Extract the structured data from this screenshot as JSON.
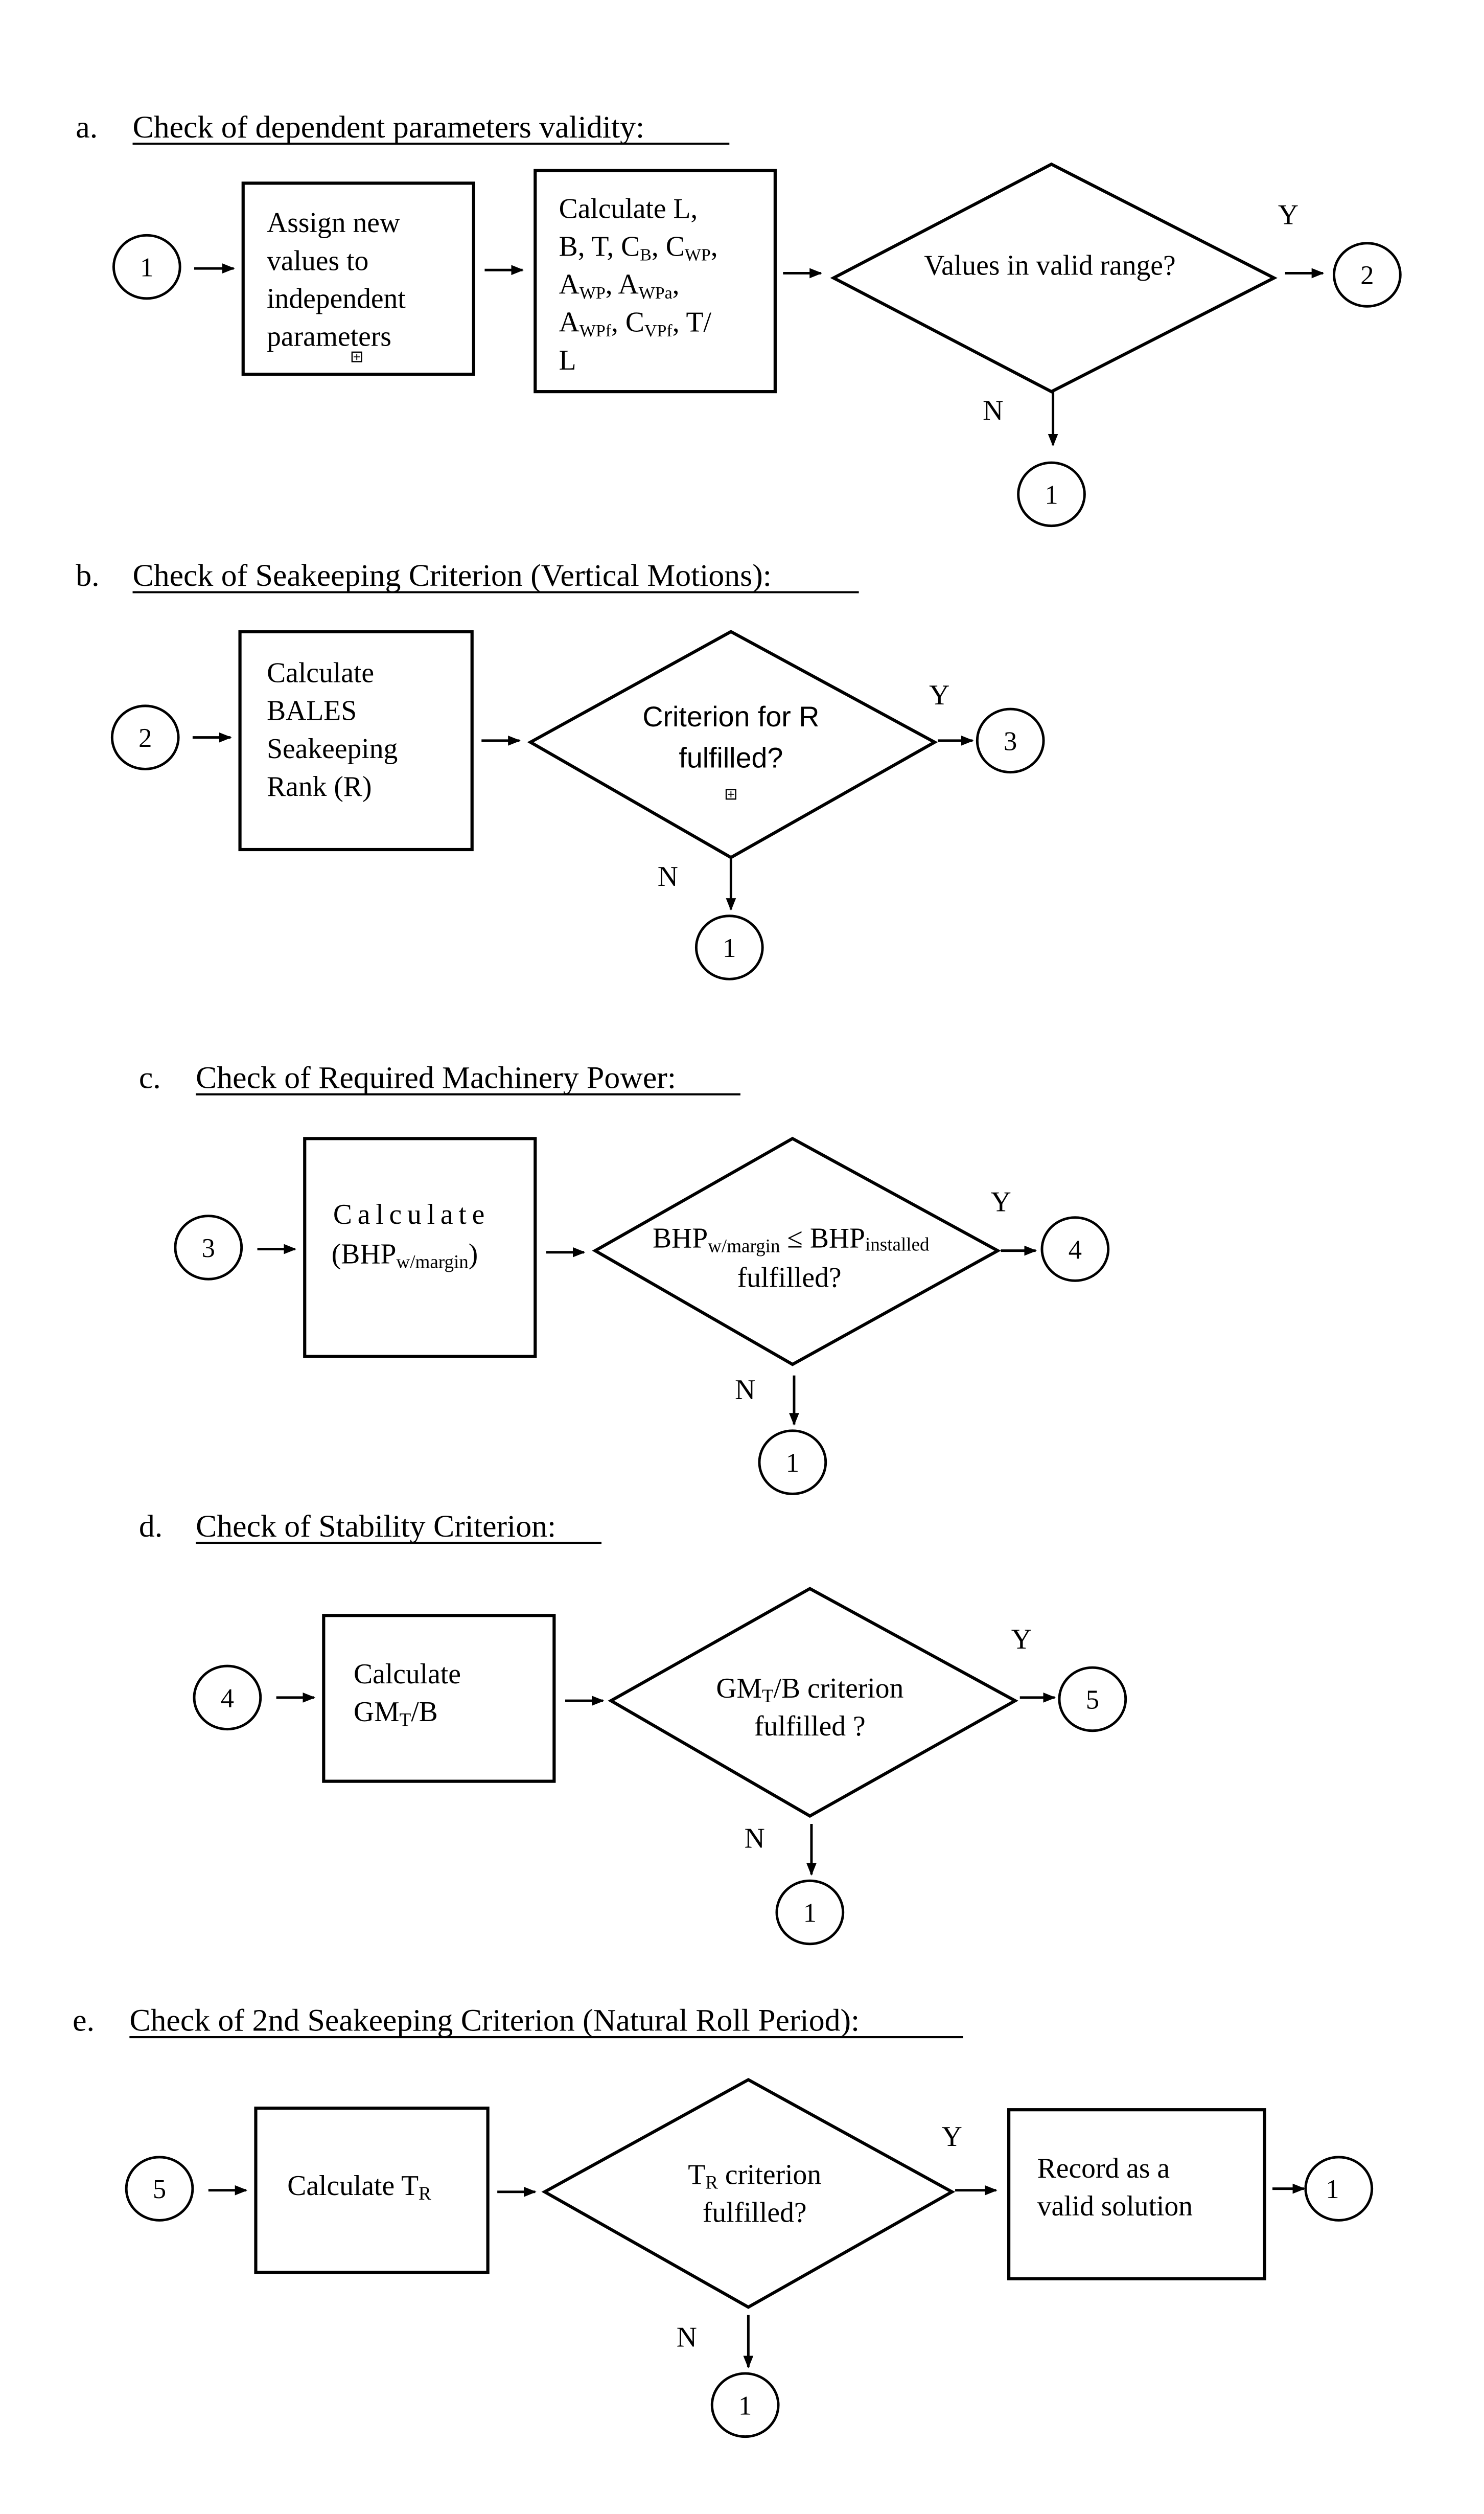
{
  "sections": [
    {
      "letter": "a.",
      "title": "Check of dependent parameters validity:",
      "entry_connector": "1",
      "process_boxes": [
        {
          "lines": [
            "Assign new",
            "values to",
            "independent",
            "parameters"
          ]
        },
        {
          "lines": [
            "Calculate L,",
            "B, T, C_B, C_WP,",
            "A_WP, A_WPa,",
            "A_WPf, C_VPf, T/",
            "L"
          ]
        }
      ],
      "decision": {
        "lines": [
          "Values in valid range?"
        ]
      },
      "yes_label": "Y",
      "no_label": "N",
      "yes_connector": "2",
      "no_connector": "1"
    },
    {
      "letter": "b.",
      "title": "Check of Seakeeping Criterion (Vertical Motions):",
      "entry_connector": "2",
      "process_boxes": [
        {
          "lines": [
            "Calculate",
            "BALES",
            "Seakeeping",
            "Rank (R)"
          ]
        }
      ],
      "decision": {
        "lines": [
          "Criterion for R",
          "fulfilled?"
        ]
      },
      "yes_label": "Y",
      "no_label": "N",
      "yes_connector": "3",
      "no_connector": "1"
    },
    {
      "letter": "c.",
      "title": "Check of Required Machinery Power:",
      "entry_connector": "3",
      "process_boxes": [
        {
          "lines": [
            "Calculate",
            "(BHP_w/margin)"
          ]
        }
      ],
      "decision": {
        "lines": [
          "BHP_w/margin ≤ BHP_installed",
          "fulfilled?"
        ]
      },
      "yes_label": "Y",
      "no_label": "N",
      "yes_connector": "4",
      "no_connector": "1"
    },
    {
      "letter": "d.",
      "title": "Check of Stability Criterion:",
      "entry_connector": "4",
      "process_boxes": [
        {
          "lines": [
            "Calculate",
            "GM_T/B"
          ]
        }
      ],
      "decision": {
        "lines": [
          "GM_T/B criterion",
          "fulfilled ?"
        ]
      },
      "yes_label": "Y",
      "no_label": "N",
      "yes_connector": "5",
      "no_connector": "1"
    },
    {
      "letter": "e.",
      "title": "Check of 2nd Seakeeping Criterion (Natural Roll Period):",
      "entry_connector": "5",
      "process_boxes": [
        {
          "lines": [
            "Calculate T_R"
          ]
        }
      ],
      "decision": {
        "lines": [
          "T_R criterion",
          "fulfilled?"
        ]
      },
      "yes_label": "Y",
      "no_label": "N",
      "yes_box": {
        "lines": [
          "Record as a",
          "valid solution"
        ]
      },
      "yes_connector": "1",
      "no_connector": "1"
    }
  ],
  "text": {
    "a_box1_l1": "Assign new",
    "a_box1_l2": "values to",
    "a_box1_l3": "independent",
    "a_box1_l4": "parameters",
    "a_box2_l1": "Calculate L,",
    "a_box2_l2_B": "B, T, C",
    "a_box2_l2_Bsub": "B",
    "a_box2_l2_C": ", C",
    "a_box2_l2_Csub": "WP",
    "a_box2_l2_end": ",",
    "a_box2_l3_A": "A",
    "a_box2_l3_Asub": "WP",
    "a_box2_l3_A2": ", A",
    "a_box2_l3_A2sub": "WPa",
    "a_box2_l3_end": ",",
    "a_box2_l4_A": "A",
    "a_box2_l4_Asub": "WPf",
    "a_box2_l4_C": ", C",
    "a_box2_l4_Csub": "VPf",
    "a_box2_l4_end": ", T/",
    "a_box2_l5": "L",
    "a_dec": "Values in valid range?",
    "b_box_l1": "Calculate",
    "b_box_l2": "BALES",
    "b_box_l3": "Seakeeping",
    "b_box_l4": "Rank (R)",
    "b_dec_l1": "Criterion for R",
    "b_dec_l2": "fulfilled?",
    "c_box_l1": "Calculate",
    "c_box_l2_open": "(BHP",
    "c_box_l2_sub": "w/margin",
    "c_box_l2_close": ")",
    "c_dec_bhp": "BHP",
    "c_dec_sub1": "w/margin",
    "c_dec_le": " ≤ BHP",
    "c_dec_sub2": "installed",
    "c_dec_l2": "fulfilled?",
    "d_box_l1": "Calculate",
    "d_box_gm": "GM",
    "d_box_sub": "T",
    "d_box_rest": "/B",
    "d_dec_gm": "GM",
    "d_dec_sub": "T",
    "d_dec_rest": "/B criterion",
    "d_dec_l2": "fulfilled ?",
    "e_box_calc": "Calculate T",
    "e_box_sub": "R",
    "e_dec_t": "T",
    "e_dec_sub": "R",
    "e_dec_rest": " criterion",
    "e_dec_l2": "fulfilled?",
    "e_rec_l1": "Record as a",
    "e_rec_l2": "valid solution"
  }
}
